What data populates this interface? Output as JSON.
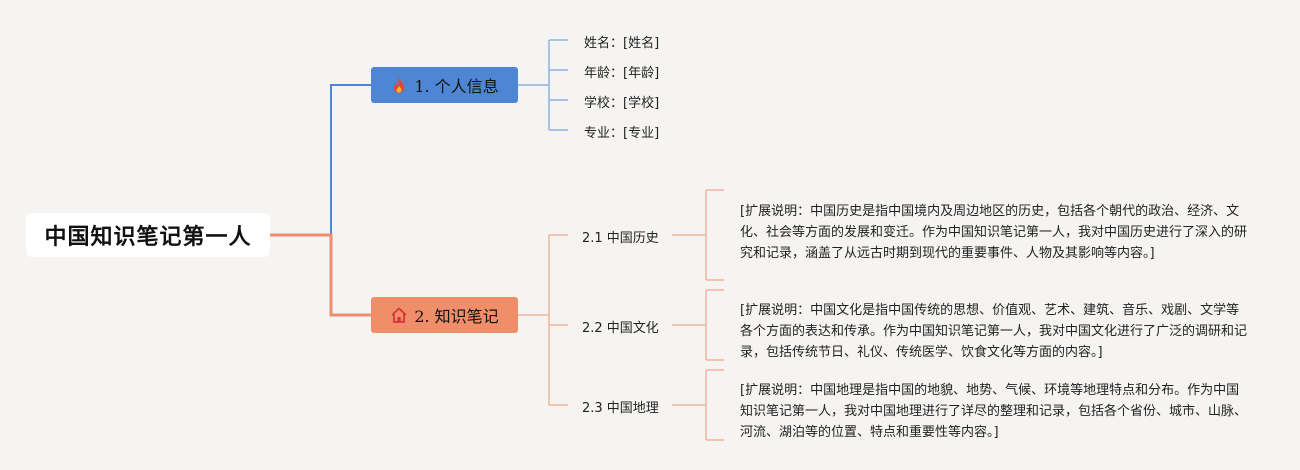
{
  "root": {
    "title": "中国知识笔记第一人"
  },
  "branches": [
    {
      "label": "1. 个人信息",
      "icon": "fire-icon",
      "color": "#4f86d4",
      "items": [
        "姓名：[姓名]",
        "年龄：[年龄]",
        "学校：[学校]",
        "专业：[专业]"
      ]
    },
    {
      "label": "2. 知识笔记",
      "icon": "home-icon",
      "color": "#f08e6a",
      "subtopics": [
        {
          "label": "2.1 中国历史",
          "note": "[扩展说明：中国历史是指中国境内及周边地区的历史，包括各个朝代的政治、经济、文化、社会等方面的发展和变迁。作为中国知识笔记第一人，我对中国历史进行了深入的研究和记录，涵盖了从远古时期到现代的重要事件、人物及其影响等内容。]"
        },
        {
          "label": "2.2 中国文化",
          "note": "[扩展说明：中国文化是指中国传统的思想、价值观、艺术、建筑、音乐、戏剧、文学等各个方面的表达和传承。作为中国知识笔记第一人，我对中国文化进行了广泛的调研和记录，包括传统节日、礼仪、传统医学、饮食文化等方面的内容。]"
        },
        {
          "label": "2.3 中国地理",
          "note": "[扩展说明：中国地理是指中国的地貌、地势、气候、环境等地理特点和分布。作为中国知识笔记第一人，我对中国地理进行了详尽的整理和记录，包括各个省份、城市、山脉、河流、湖泊等的位置、特点和重要性等内容。]"
        }
      ]
    }
  ]
}
